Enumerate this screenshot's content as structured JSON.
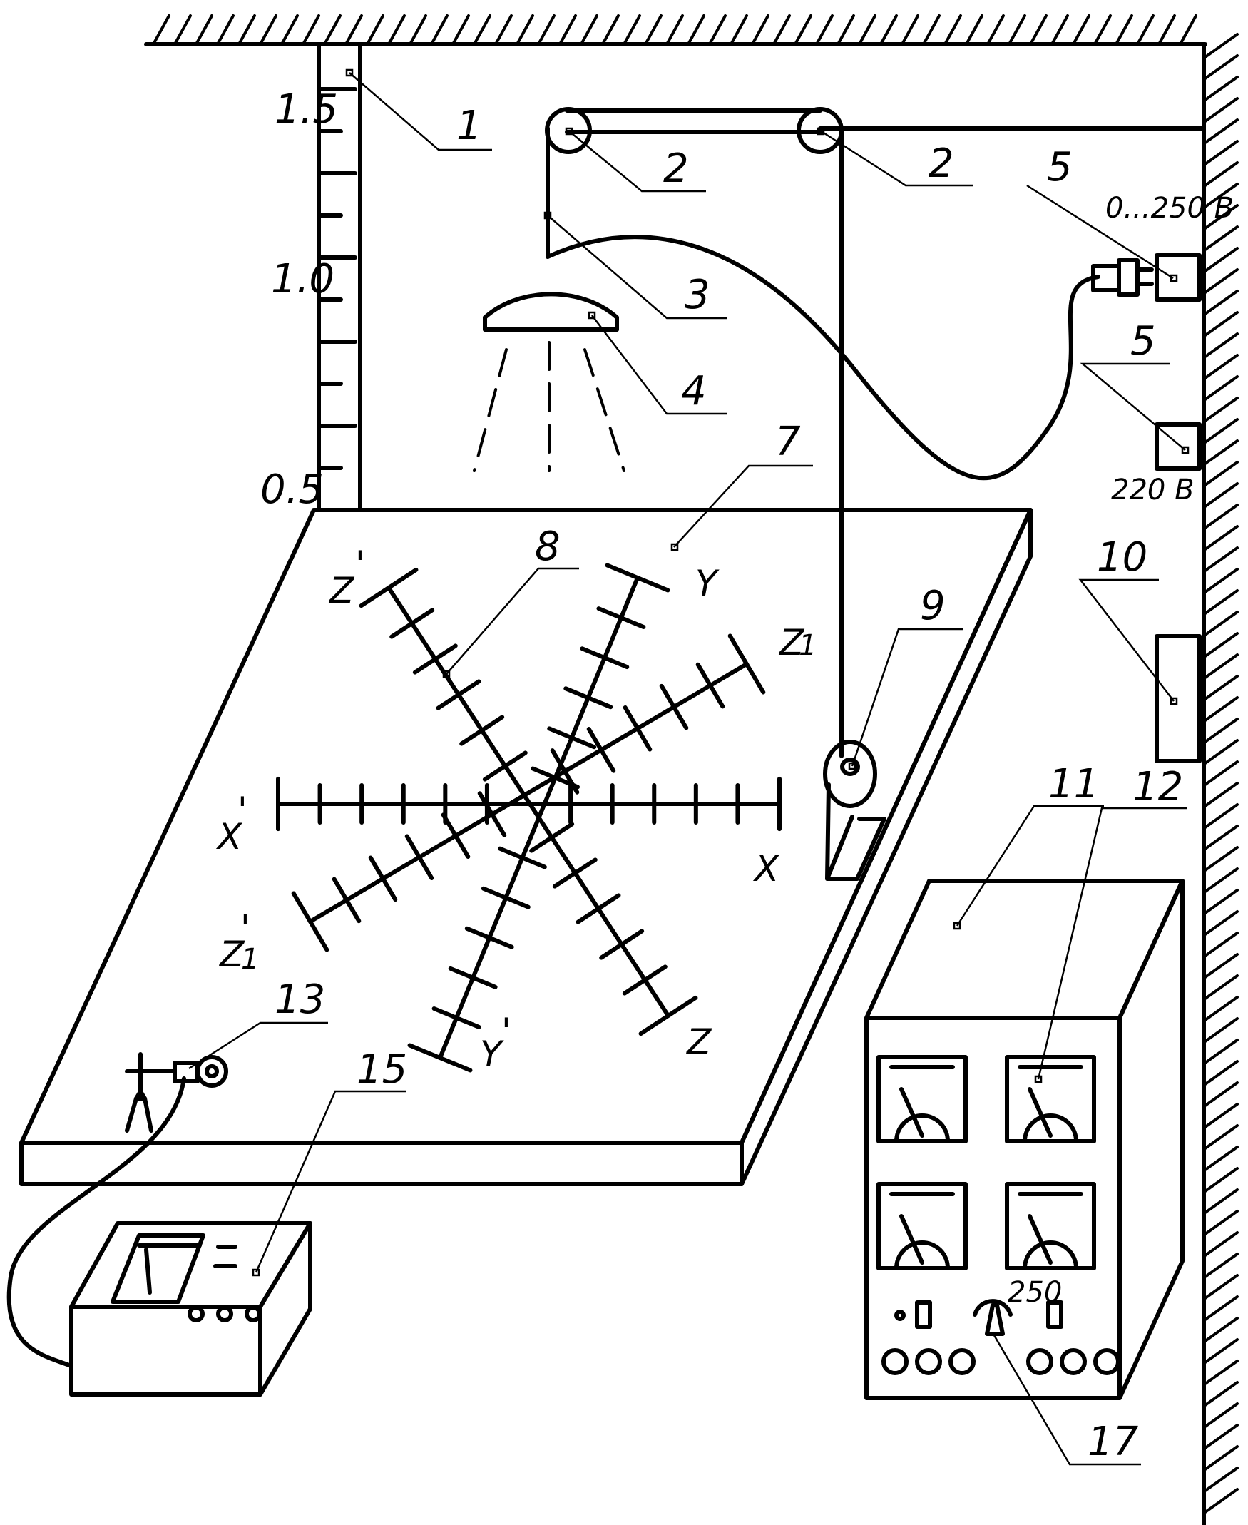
{
  "scale": {
    "labels": [
      "1.5",
      "1.0",
      "0.5"
    ]
  },
  "callouts": {
    "c1": "1",
    "c2a": "2",
    "c2b": "2",
    "c3": "3",
    "c4": "4",
    "c5a": "5",
    "c5b": "5",
    "c7": "7",
    "c8": "8",
    "c9": "9",
    "c10": "10",
    "c11": "11",
    "c12": "12",
    "c13": "13",
    "c15": "15",
    "c17": "17"
  },
  "sockets": {
    "variable": "0...250 B",
    "mains": "220 B"
  },
  "axes": {
    "x": "X",
    "x_neg": "X",
    "y": "Y",
    "y_neg": "Y",
    "z": "Z",
    "z_neg": "Z",
    "z1": "Z",
    "z1_neg": "Z",
    "sub1": "1",
    "prime": "'"
  },
  "control_panel": {
    "knob_value": "250"
  }
}
